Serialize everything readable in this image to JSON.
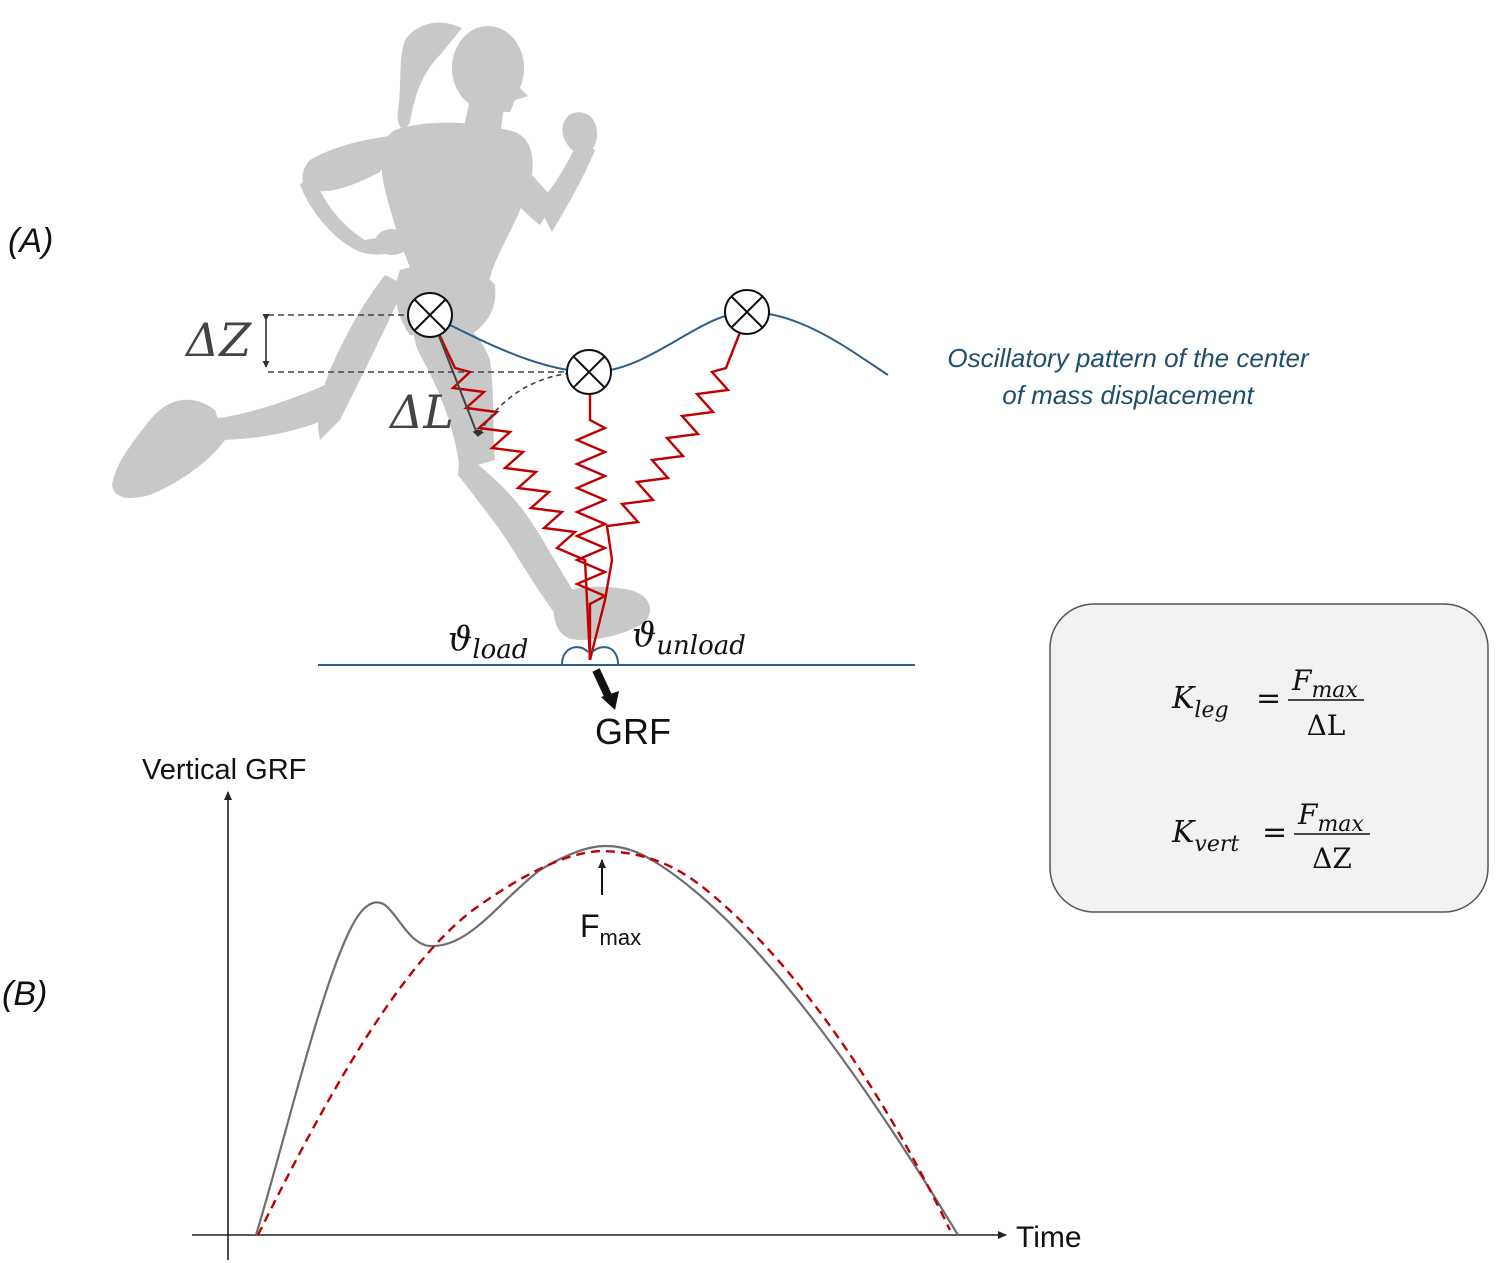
{
  "panel_a": {
    "label": "(A)",
    "delta_z": "ΔZ",
    "delta_l": "ΔL",
    "theta_load_sym": "ϑ",
    "theta_load_sub": "load",
    "theta_unload_sym": "ϑ",
    "theta_unload_sub": "unload",
    "grf": "GRF",
    "com_caption_line1": "Oscillatory pattern of the center",
    "com_caption_line2": "of mass displacement"
  },
  "formulas": {
    "kleg_k": "K",
    "kleg_sub": "leg",
    "kleg_eq": "=",
    "kleg_num": "F",
    "kleg_num_sub": "max",
    "kleg_den": "ΔL",
    "kvert_k": "K",
    "kvert_sub": "vert",
    "kvert_eq": "=",
    "kvert_num": "F",
    "kvert_num_sub": "max",
    "kvert_den": "ΔZ"
  },
  "panel_b": {
    "label": "(B)",
    "y_axis_label": "Vertical GRF",
    "x_axis_label": "Time",
    "fmax_main": "F",
    "fmax_sub": "max"
  },
  "colors": {
    "silhouette": "#c8c8c8",
    "spring": "#c00000",
    "com_curve": "#2e5f8a",
    "caption": "#1f4e6b",
    "measured_grf": "#6e6e6e",
    "model_grf": "#c00000",
    "formula_box": "#f2f2f2"
  }
}
